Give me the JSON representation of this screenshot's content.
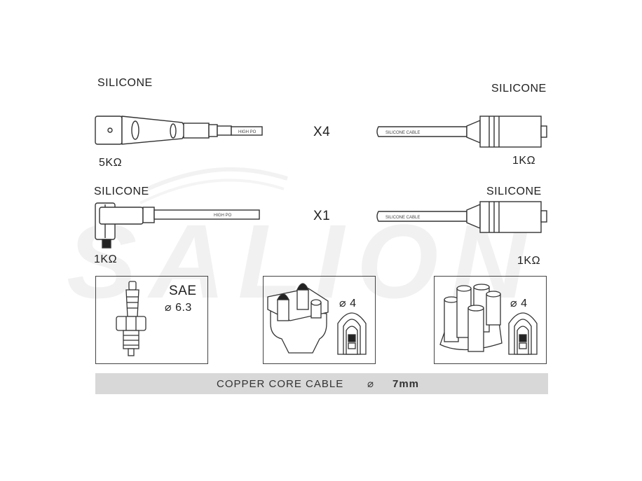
{
  "colors": {
    "line": "#333333",
    "fill": "#ffffff",
    "dark": "#222222",
    "bar": "#d8d8d8",
    "watermark": "#e4e4e4"
  },
  "watermark": {
    "text": "SALION"
  },
  "rows": [
    {
      "left_material": "SILICONE",
      "right_material": "SILICONE",
      "quantity": "X4",
      "left_resistance": "5KΩ",
      "right_resistance": "1KΩ",
      "left_cable_print": "HIGH PO",
      "right_cable_print": "SILICONE CABLE"
    },
    {
      "left_material": "SILICONE",
      "right_material": "SILICONE",
      "quantity": "X1",
      "left_resistance": "1KΩ",
      "right_resistance": "1KΩ",
      "left_cable_print": "HIGH PO",
      "right_cable_print": "SILICONE CABLE"
    }
  ],
  "panels": {
    "spark_plug": {
      "title": "SAE",
      "spec": "⌀ 6.3"
    },
    "distributor_1": {
      "spec": "⌀ 4"
    },
    "distributor_2": {
      "spec": "⌀ 4"
    }
  },
  "footer": {
    "label": "COPPER CORE CABLE",
    "symbol": "⌀",
    "value": "7mm"
  }
}
